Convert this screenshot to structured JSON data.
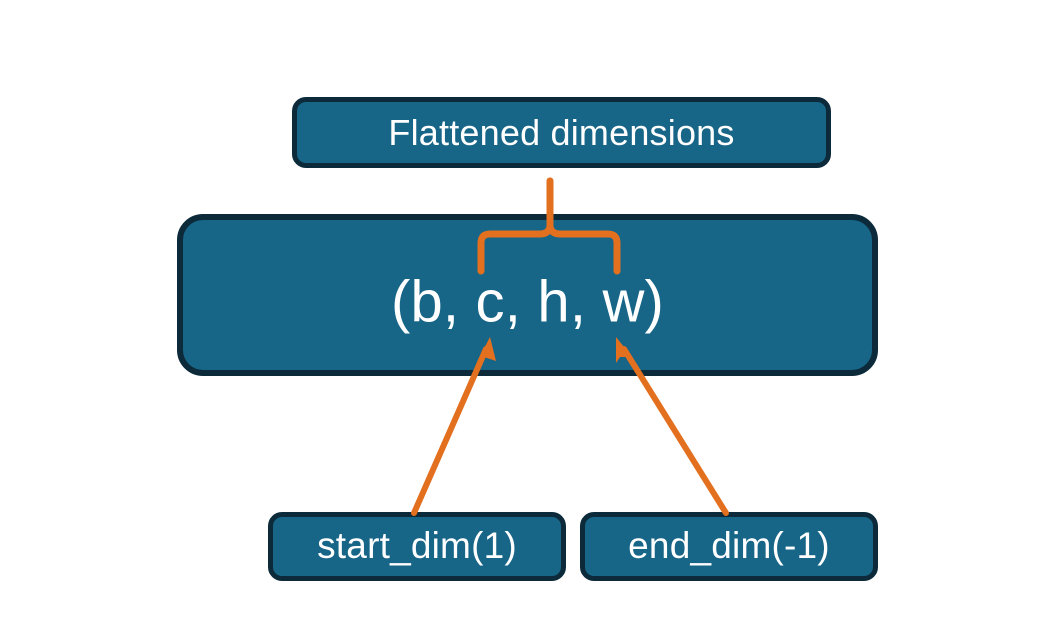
{
  "diagram": {
    "title_node": {
      "label": "Flattened dimensions"
    },
    "shape_node": {
      "label": "(b, c, h, w)"
    },
    "start_node": {
      "label": "start_dim(1)"
    },
    "end_node": {
      "label": "end_dim(-1)"
    },
    "colors": {
      "node_fill": "#176587",
      "node_border": "#0c2a39",
      "node_text": "#ffffff",
      "annotation": "#E2701F",
      "background": "#ffffff"
    },
    "annotations": {
      "brace_name": "flattened-range-brace",
      "brace_covers": "c, h, w",
      "arrow_left_name": "start-dim-arrow",
      "arrow_left_points_to": "c",
      "arrow_right_name": "end-dim-arrow",
      "arrow_right_points_to": "w"
    }
  }
}
